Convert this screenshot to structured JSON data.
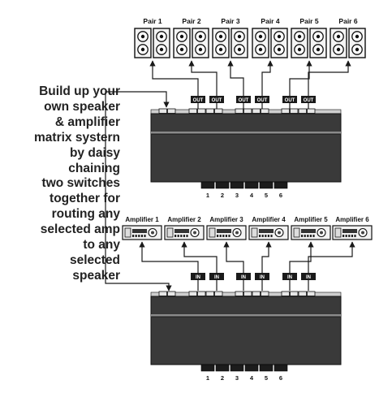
{
  "description_lines": [
    "Build up your",
    "own speaker",
    "& amplifier",
    "matrix systern",
    "by daisy",
    "chaining",
    "two switches",
    "together for",
    "routing any",
    "selected amp",
    "to any",
    "selected",
    "speaker"
  ],
  "speaker_pairs": [
    "Pair 1",
    "Pair 2",
    "Pair 3",
    "Pair 4",
    "Pair 5",
    "Pair 6"
  ],
  "amplifiers": [
    "Amplifier 1",
    "Amplifier 2",
    "Amplifier 3",
    "Amplifier 4",
    "Amplifier 5",
    "Amplifier 6"
  ],
  "top_switch": {
    "port_labels": [
      "OUT",
      "OUT",
      "OUT",
      "OUT",
      "OUT",
      "OUT"
    ],
    "button_numbers": [
      "1",
      "2",
      "3",
      "4",
      "5",
      "6"
    ]
  },
  "bottom_switch": {
    "port_labels": [
      "IN",
      "IN",
      "IN",
      "IN",
      "IN",
      "IN"
    ],
    "button_numbers": [
      "1",
      "2",
      "3",
      "4",
      "5",
      "6"
    ]
  },
  "colors": {
    "device_body": "#3a3a3a",
    "device_stripe": "#8a8a8a",
    "label_tag": "#1a1a1a",
    "wire": "#1a1a1a"
  }
}
